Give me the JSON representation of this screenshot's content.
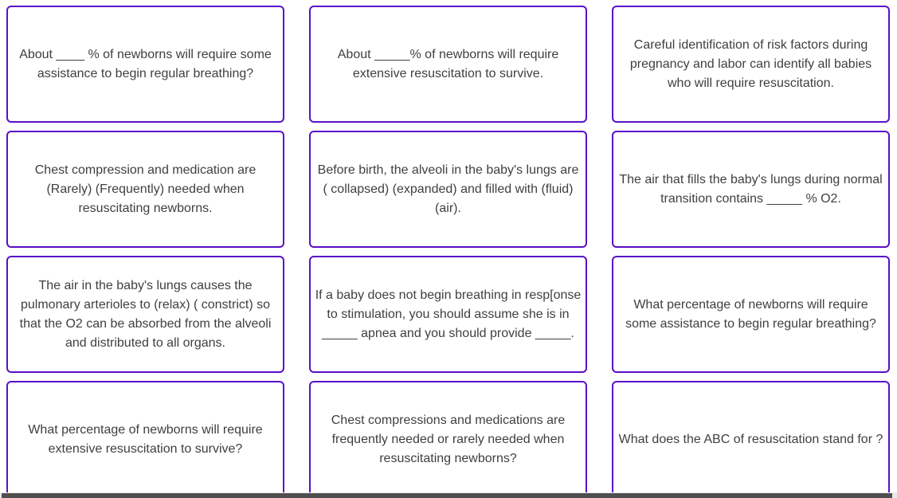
{
  "page": {
    "background": "#ffffff"
  },
  "colors": {
    "card_border": "#5a0fc8",
    "card_text": "#3f3f3f",
    "scrollbar_track": "#e9e9e9",
    "scrollbar_thumb": "#4f4f4f"
  },
  "cards": [
    {
      "text": "About ____ % of newborns will require some assistance to begin regular breathing?"
    },
    {
      "text": "About _____% of newborns will require extensive resuscitation to survive."
    },
    {
      "text": "Careful identification of risk factors during pregnancy and labor can identify all babies who will require resuscitation."
    },
    {
      "text": "Chest compression and medication are (Rarely) (Frequently) needed when resuscitating newborns."
    },
    {
      "text": "Before birth, the alveoli in the baby's lungs are ( collapsed) (expanded) and filled with (fluid) (air)."
    },
    {
      "text": "The air that fills the baby's lungs during normal transition contains _____ % O2."
    },
    {
      "text": "The air in the baby's lungs causes the pulmonary arterioles to (relax) ( constrict) so that the O2 can be absorbed from the alveoli and distributed to all organs."
    },
    {
      "text": "If a baby does not begin breathing in resp[onse to stimulation, you should assume she is in _____ apnea and you should provide _____."
    },
    {
      "text": "What percentage of newborns will require some assistance to begin regular breathing?"
    },
    {
      "text": "What percentage of newborns will require extensive resuscitation to survive?"
    },
    {
      "text": "Chest compressions and medications are frequently needed or rarely needed when resuscitating newborns?"
    },
    {
      "text": "What does the ABC of resuscitation stand for ?"
    }
  ],
  "scrollbar": {
    "orientation": "horizontal"
  }
}
